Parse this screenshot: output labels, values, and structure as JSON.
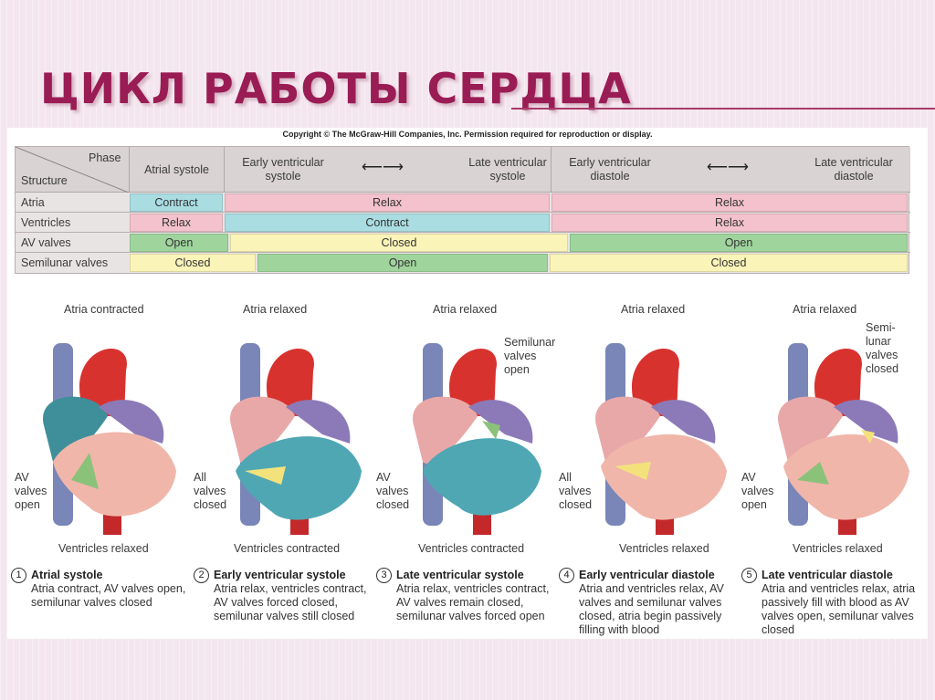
{
  "slide": {
    "title": "ЦИКЛ РАБОТЫ СЕРДЦА"
  },
  "figure": {
    "copyright": "Copyright © The McGraw-Hill Companies, Inc. Permission required for reproduction or display.",
    "table": {
      "phase_label": "Phase",
      "structure_label": "Structure",
      "headers": {
        "atrial_systole": "Atrial systole",
        "early_vs": "Early ventricular systole",
        "late_vs": "Late ventricular systole",
        "early_vd": "Early ventricular diastole",
        "late_vd": "Late ventricular diastole"
      },
      "rows": [
        {
          "label": "Atria",
          "segments": [
            "Contract",
            "Relax",
            "Relax"
          ]
        },
        {
          "label": "Ventricles",
          "segments": [
            "Relax",
            "Contract",
            "Relax"
          ]
        },
        {
          "label": "AV valves",
          "segments": [
            "Open",
            "Closed",
            "Open"
          ]
        },
        {
          "label": "Semilunar valves",
          "segments": [
            "Closed",
            "Open",
            "Closed"
          ]
        }
      ]
    },
    "panels": [
      {
        "top": "Atria contracted",
        "side": "AV valves open",
        "side_right": "",
        "bottom": "Ventricles relaxed",
        "num": "1",
        "title": "Atrial systole",
        "desc": "Atria contract, AV valves open, semilunar valves closed"
      },
      {
        "top": "Atria relaxed",
        "side": "All valves closed",
        "side_right": "",
        "bottom": "Ventricles contracted",
        "num": "2",
        "title": "Early ventricular systole",
        "desc": "Atria relax, ventricles contract, AV valves forced closed, semilunar valves still closed"
      },
      {
        "top": "Atria relaxed",
        "side": "AV valves closed",
        "side_right": "Semilunar valves open",
        "bottom": "Ventricles contracted",
        "num": "3",
        "title": "Late ventricular systole",
        "desc": "Atria relax, ventricles contract, AV valves remain closed, semilunar valves forced open"
      },
      {
        "top": "Atria relaxed",
        "side": "All valves closed",
        "side_right": "",
        "bottom": "Ventricles relaxed",
        "num": "4",
        "title": "Early ventricular diastole",
        "desc": "Atria and ventricles relax, AV valves and semilunar valves closed, atria begin passively filling with blood"
      },
      {
        "top": "Atria relaxed",
        "side": "AV valves open",
        "side_right": "Semi-lunar valves closed",
        "bottom": "Ventricles relaxed",
        "num": "5",
        "title": "Late ventricular diastole",
        "desc": "Atria and ventricles relax, atria passively fill with blood as AV valves open, semilunar valves closed"
      }
    ]
  },
  "colors": {
    "title": "#9a1c54",
    "contract": "#a9dde2",
    "relax": "#f4c2cc",
    "open": "#9fd59d",
    "closed": "#fbf4b8"
  }
}
